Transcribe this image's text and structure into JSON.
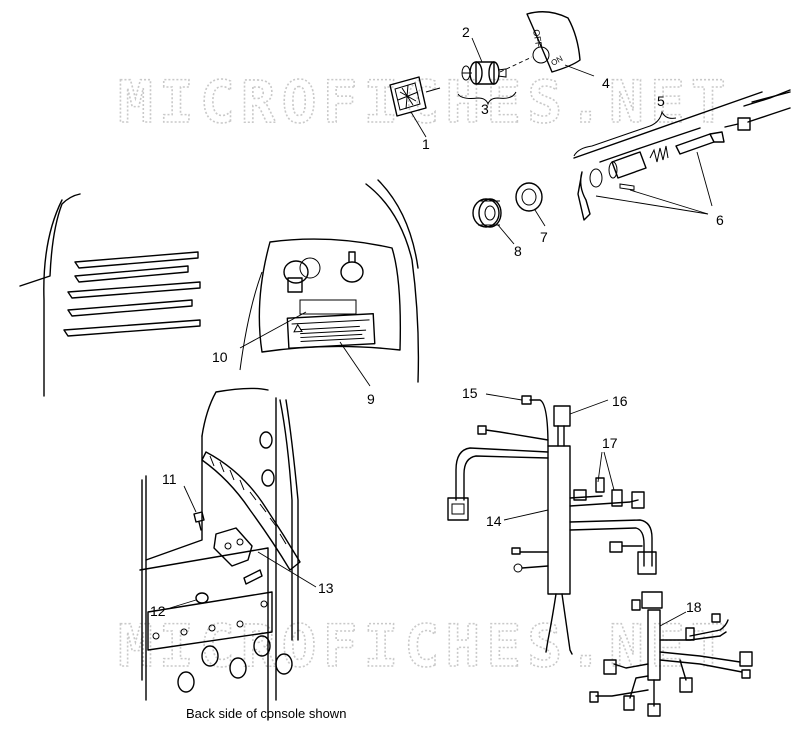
{
  "watermark": {
    "text": "MICROFICHES.NET"
  },
  "callouts": {
    "c1": "1",
    "c2": "2",
    "c3": "3",
    "c4": "4",
    "c5": "5",
    "c6": "6",
    "c7": "7",
    "c8": "8",
    "c9": "9",
    "c10": "10",
    "c11": "11",
    "c12": "12",
    "c13": "13",
    "c14": "14",
    "c15": "15",
    "c16": "16",
    "c17": "17",
    "c18": "18"
  },
  "switch_plate": {
    "off": "OFF",
    "on": "ON"
  },
  "caption": "Back side of console shown"
}
